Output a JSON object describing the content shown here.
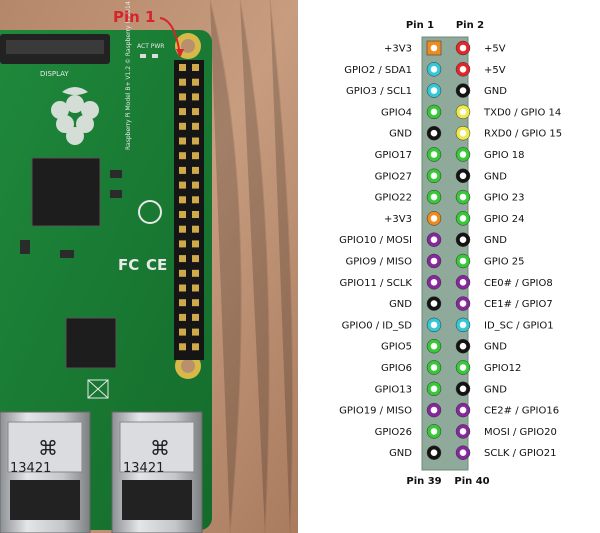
{
  "photo": {
    "callout": "Pin 1",
    "board_text": "Raspberry Pi Model B+ V1.2 © Raspberry Pi 2014",
    "display_label": "DISPLAY",
    "usb_marks": [
      "13421",
      "13421"
    ],
    "act_pwr": "ACT PWR"
  },
  "header": {
    "left": "Pin 1",
    "right": "Pin 2"
  },
  "footer": {
    "left": "Pin 39",
    "right": "Pin 40"
  },
  "colors": {
    "power33": "#f08a1c",
    "power5": "#e3262a",
    "i2c": "#34c7d8",
    "ground": "#141414",
    "gpio": "#37c837",
    "uart": "#efe84a",
    "spi": "#84289a",
    "header_bg": "#8fa99a"
  },
  "pins": [
    {
      "left": "+3V3",
      "right": "+5V",
      "lc": "power33",
      "rc": "power5"
    },
    {
      "left": "GPIO2 / SDA1",
      "right": "+5V",
      "lc": "i2c",
      "rc": "power5"
    },
    {
      "left": "GPIO3 / SCL1",
      "right": "GND",
      "lc": "i2c",
      "rc": "ground"
    },
    {
      "left": "GPIO4",
      "right": "TXD0 / GPIO 14",
      "lc": "gpio",
      "rc": "uart"
    },
    {
      "left": "GND",
      "right": "RXD0 / GPIO 15",
      "lc": "ground",
      "rc": "uart"
    },
    {
      "left": "GPIO17",
      "right": "GPIO 18",
      "lc": "gpio",
      "rc": "gpio"
    },
    {
      "left": "GPIO27",
      "right": "GND",
      "lc": "gpio",
      "rc": "ground"
    },
    {
      "left": "GPIO22",
      "right": "GPIO 23",
      "lc": "gpio",
      "rc": "gpio"
    },
    {
      "left": "+3V3",
      "right": "GPIO 24",
      "lc": "power33",
      "rc": "gpio"
    },
    {
      "left": "GPIO10 / MOSI",
      "right": "GND",
      "lc": "spi",
      "rc": "ground"
    },
    {
      "left": "GPIO9 / MISO",
      "right": "GPIO 25",
      "lc": "spi",
      "rc": "gpio"
    },
    {
      "left": "GPIO11 / SCLK",
      "right": "CE0# / GPIO8",
      "lc": "spi",
      "rc": "spi"
    },
    {
      "left": "GND",
      "right": "CE1# / GPIO7",
      "lc": "ground",
      "rc": "spi"
    },
    {
      "left": "GPIO0 / ID_SD",
      "right": "ID_SC / GPIO1",
      "lc": "i2c",
      "rc": "i2c"
    },
    {
      "left": "GPIO5",
      "right": "GND",
      "lc": "gpio",
      "rc": "ground"
    },
    {
      "left": "GPIO6",
      "right": "GPIO12",
      "lc": "gpio",
      "rc": "gpio"
    },
    {
      "left": "GPIO13",
      "right": "GND",
      "lc": "gpio",
      "rc": "ground"
    },
    {
      "left": "GPIO19 / MISO",
      "right": "CE2# / GPIO16",
      "lc": "spi",
      "rc": "spi"
    },
    {
      "left": "GPIO26",
      "right": "MOSI / GPIO20",
      "lc": "gpio",
      "rc": "spi"
    },
    {
      "left": "GND",
      "right": "SCLK / GPIO21",
      "lc": "ground",
      "rc": "spi"
    }
  ]
}
